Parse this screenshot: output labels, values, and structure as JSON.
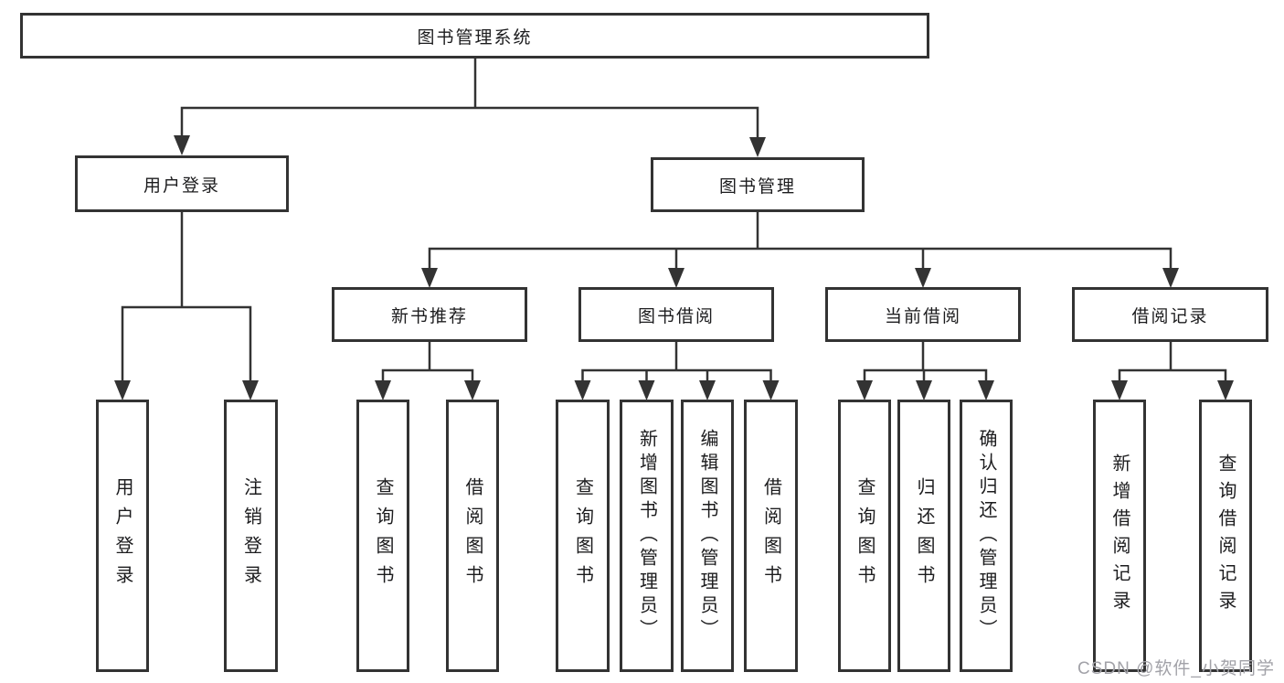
{
  "tree": {
    "root": "图书管理系统",
    "level2": [
      {
        "label": "用户登录"
      },
      {
        "label": "图书管理"
      }
    ],
    "level3": [
      {
        "label": "新书推荐"
      },
      {
        "label": "图书借阅"
      },
      {
        "label": "当前借阅"
      },
      {
        "label": "借阅记录"
      }
    ],
    "leaves": {
      "user_login": [
        "用户登录",
        "注销登录"
      ],
      "new_book": [
        "查询图书",
        "借阅图书"
      ],
      "book_borrow": [
        "查询图书",
        "新增图书（管理员）",
        "编辑图书（管理员）",
        "借阅图书"
      ],
      "current_borrow": [
        "查询图书",
        "归还图书",
        "确认归还（管理员）"
      ],
      "borrow_record": [
        "新增借阅记录",
        "查询借阅记录"
      ]
    }
  },
  "watermark": {
    "text": "CSDN @软件_小贺同学"
  },
  "colors": {
    "line": "#333333",
    "text": "#1c1c1e",
    "background": "#ffffff",
    "watermark": "#a2a2a8"
  }
}
